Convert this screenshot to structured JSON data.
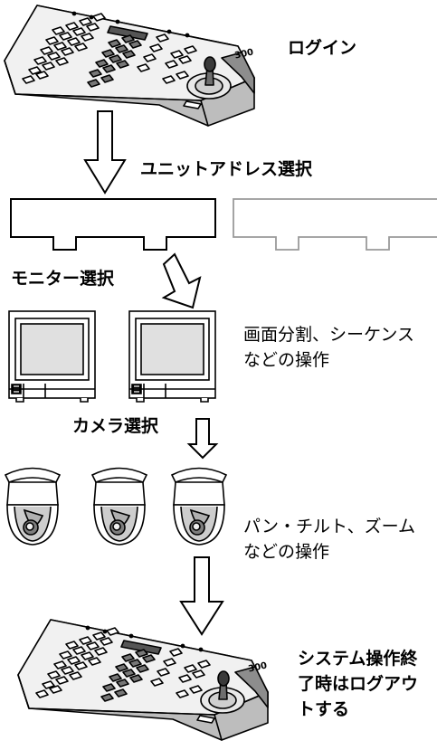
{
  "steps": {
    "login": "ログイン",
    "unit_address": "ユニットアドレス選択",
    "monitor": "モニター選択",
    "camera": "カメラ選択",
    "end": "システム操作終了時はログアウトする"
  },
  "notes": {
    "monitor_ops": "画面分割、シーケンスなどの操作",
    "camera_ops": "パン・チルト、ズームなどの操作"
  },
  "keyboard_model": "300"
}
